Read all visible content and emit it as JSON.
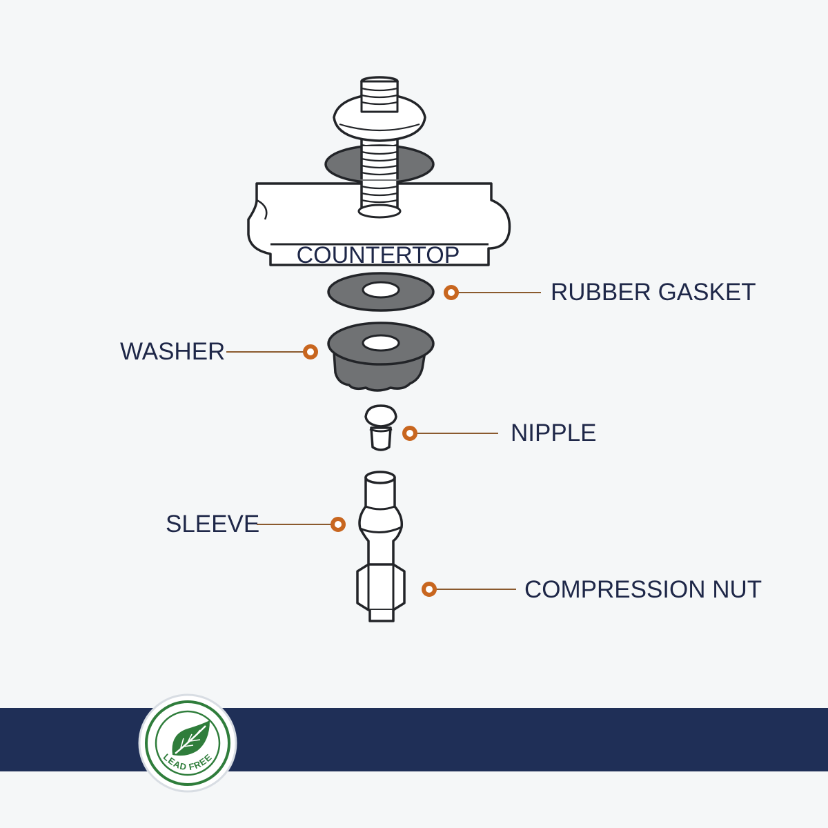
{
  "diagram": {
    "colors": {
      "label_text": "#1e2748",
      "leader_line": "#8a5a2e",
      "callout_dot": "#c8661f",
      "part_fill_dark": "#707274",
      "outline": "#222428",
      "band": "#1f2f57",
      "badge_green": "#2f7d3b"
    },
    "labels": {
      "countertop": "COUNTERTOP",
      "rubber_gasket": "RUBBER GASKET",
      "washer": "WASHER",
      "nipple": "NIPPLE",
      "sleeve": "SLEEVE",
      "compression_nut": "COMPRESSION NUT"
    }
  },
  "badge": {
    "text": "LEAD FREE",
    "icon": "leaf-icon"
  }
}
